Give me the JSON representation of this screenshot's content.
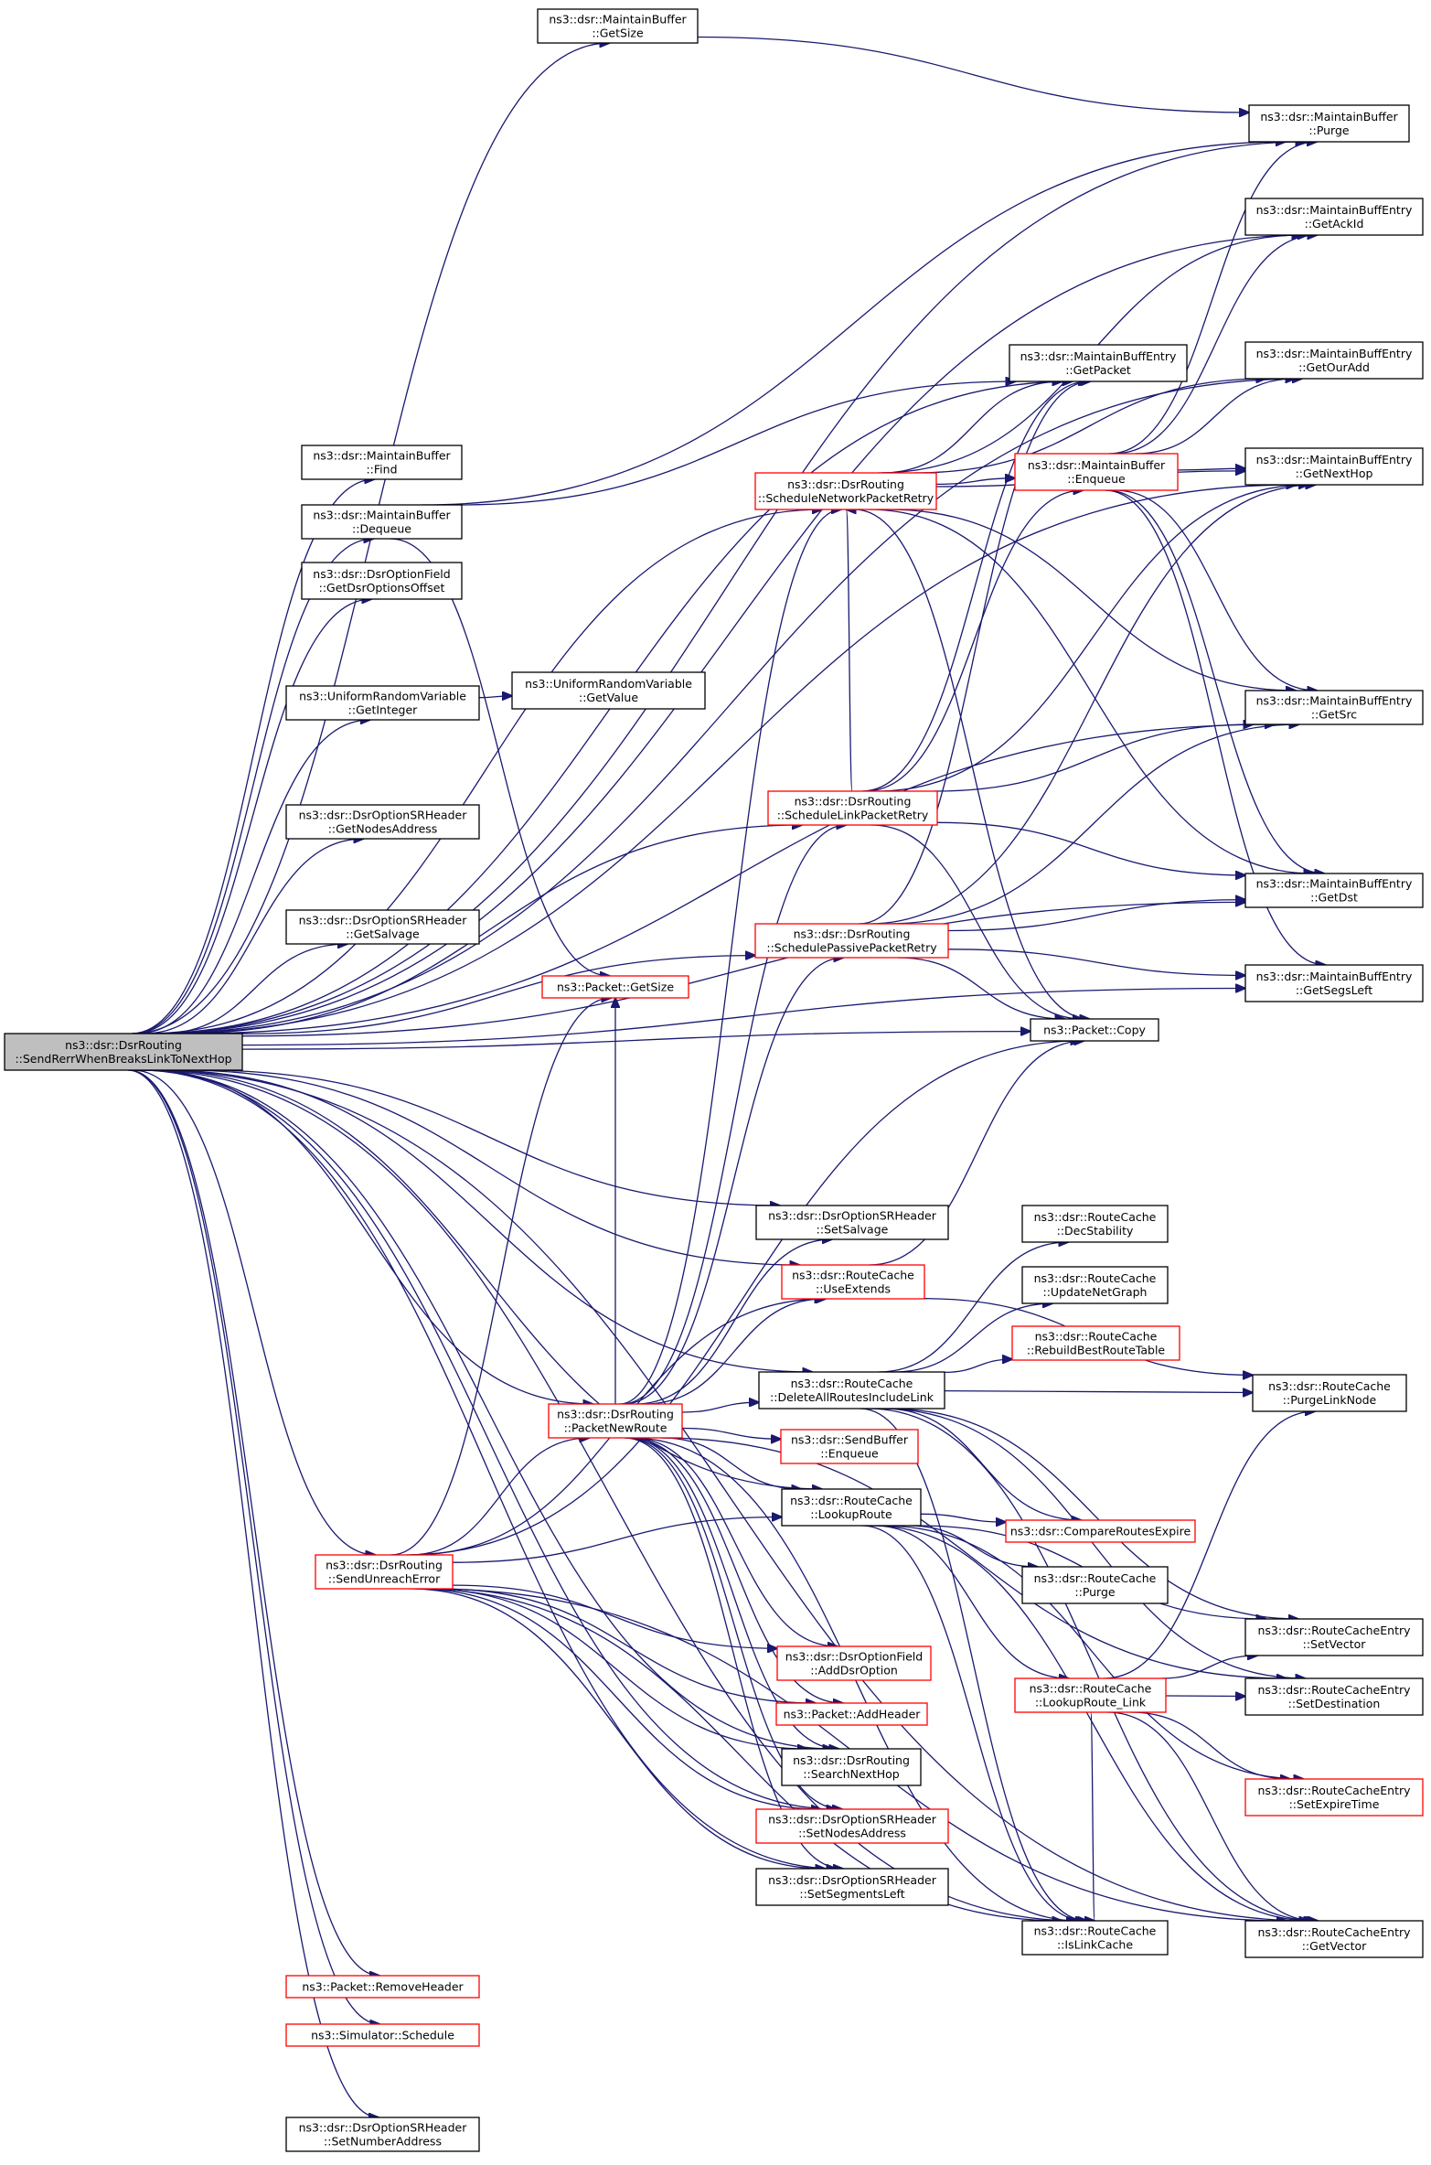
{
  "colors": {
    "edge": "#191970",
    "node_border": "#000000",
    "node_border_incomplete": "#ff0000",
    "root_fill": "#bfbfbf",
    "background": "#ffffff"
  },
  "nodes": {
    "root": {
      "lines": [
        "ns3::dsr::DsrRouting",
        "::SendRerrWhenBreaksLinkToNextHop"
      ]
    },
    "mb_getsize": {
      "lines": [
        "ns3::dsr::MaintainBuffer",
        "::GetSize"
      ]
    },
    "mb_purge": {
      "lines": [
        "ns3::dsr::MaintainBuffer",
        "::Purge"
      ]
    },
    "mbe_getackid": {
      "lines": [
        "ns3::dsr::MaintainBuffEntry",
        "::GetAckId"
      ]
    },
    "mbe_getouradd": {
      "lines": [
        "ns3::dsr::MaintainBuffEntry",
        "::GetOurAdd"
      ]
    },
    "mbe_getpacket": {
      "lines": [
        "ns3::dsr::MaintainBuffEntry",
        "::GetPacket"
      ]
    },
    "mbe_getnexthop": {
      "lines": [
        "ns3::dsr::MaintainBuffEntry",
        "::GetNextHop"
      ]
    },
    "mb_find": {
      "lines": [
        "ns3::dsr::MaintainBuffer",
        "::Find"
      ]
    },
    "mb_dequeue": {
      "lines": [
        "ns3::dsr::MaintainBuffer",
        "::Dequeue"
      ]
    },
    "snpr": {
      "lines": [
        "ns3::dsr::DsrRouting",
        "::ScheduleNetworkPacketRetry"
      ]
    },
    "mb_enqueue": {
      "lines": [
        "ns3::dsr::MaintainBuffer",
        "::Enqueue"
      ]
    },
    "dof_getoffset": {
      "lines": [
        "ns3::dsr::DsrOptionField",
        "::GetDsrOptionsOffset"
      ]
    },
    "urv_getinteger": {
      "lines": [
        "ns3::UniformRandomVariable",
        "::GetInteger"
      ]
    },
    "urv_getvalue": {
      "lines": [
        "ns3::UniformRandomVariable",
        "::GetValue"
      ]
    },
    "mbe_getsrc": {
      "lines": [
        "ns3::dsr::MaintainBuffEntry",
        "::GetSrc"
      ]
    },
    "slpr": {
      "lines": [
        "ns3::dsr::DsrRouting",
        "::ScheduleLinkPacketRetry"
      ]
    },
    "srh_getnodesaddress": {
      "lines": [
        "ns3::dsr::DsrOptionSRHeader",
        "::GetNodesAddress"
      ]
    },
    "mbe_getdst": {
      "lines": [
        "ns3::dsr::MaintainBuffEntry",
        "::GetDst"
      ]
    },
    "srh_getsalvage": {
      "lines": [
        "ns3::dsr::DsrOptionSRHeader",
        "::GetSalvage"
      ]
    },
    "sppr": {
      "lines": [
        "ns3::dsr::DsrRouting",
        "::SchedulePassivePacketRetry"
      ]
    },
    "mbe_getsegsleft": {
      "lines": [
        "ns3::dsr::MaintainBuffEntry",
        "::GetSegsLeft"
      ]
    },
    "pkt_getsize": {
      "lines": [
        "ns3::Packet::GetSize"
      ]
    },
    "pkt_copy": {
      "lines": [
        "ns3::Packet::Copy"
      ]
    },
    "srh_setsalvage": {
      "lines": [
        "ns3::dsr::DsrOptionSRHeader",
        "::SetSalvage"
      ]
    },
    "rc_decstability": {
      "lines": [
        "ns3::dsr::RouteCache",
        "::DecStability"
      ]
    },
    "rc_useextends": {
      "lines": [
        "ns3::dsr::RouteCache",
        "::UseExtends"
      ]
    },
    "rc_updatenetgraph": {
      "lines": [
        "ns3::dsr::RouteCache",
        "::UpdateNetGraph"
      ]
    },
    "rc_rebuild": {
      "lines": [
        "ns3::dsr::RouteCache",
        "::RebuildBestRouteTable"
      ]
    },
    "rc_delallroutes": {
      "lines": [
        "ns3::dsr::RouteCache",
        "::DeleteAllRoutesIncludeLink"
      ]
    },
    "rc_purgelinknode": {
      "lines": [
        "ns3::dsr::RouteCache",
        "::PurgeLinkNode"
      ]
    },
    "pnr": {
      "lines": [
        "ns3::dsr::DsrRouting",
        "::PacketNewRoute"
      ]
    },
    "sb_enqueue": {
      "lines": [
        "ns3::dsr::SendBuffer",
        "::Enqueue"
      ]
    },
    "rc_lookuproute": {
      "lines": [
        "ns3::dsr::RouteCache",
        "::LookupRoute"
      ]
    },
    "cmp_expire": {
      "lines": [
        "ns3::dsr::CompareRoutesExpire"
      ]
    },
    "sue": {
      "lines": [
        "ns3::dsr::DsrRouting",
        "::SendUnreachError"
      ]
    },
    "rc_purge": {
      "lines": [
        "ns3::dsr::RouteCache",
        "::Purge"
      ]
    },
    "rce_setvector": {
      "lines": [
        "ns3::dsr::RouteCacheEntry",
        "::SetVector"
      ]
    },
    "dof_adddsroption": {
      "lines": [
        "ns3::dsr::DsrOptionField",
        "::AddDsrOption"
      ]
    },
    "rc_lookuproute_link": {
      "lines": [
        "ns3::dsr::RouteCache",
        "::LookupRoute_Link"
      ]
    },
    "rce_setdestination": {
      "lines": [
        "ns3::dsr::RouteCacheEntry",
        "::SetDestination"
      ]
    },
    "pkt_addheader": {
      "lines": [
        "ns3::Packet::AddHeader"
      ]
    },
    "searchnexthop": {
      "lines": [
        "ns3::dsr::DsrRouting",
        "::SearchNextHop"
      ]
    },
    "rce_setexpiretime": {
      "lines": [
        "ns3::dsr::RouteCacheEntry",
        "::SetExpireTime"
      ]
    },
    "srh_setnodesaddress": {
      "lines": [
        "ns3::dsr::DsrOptionSRHeader",
        "::SetNodesAddress"
      ]
    },
    "srh_setsegmentsleft": {
      "lines": [
        "ns3::dsr::DsrOptionSRHeader",
        "::SetSegmentsLeft"
      ]
    },
    "rc_islinkcache": {
      "lines": [
        "ns3::dsr::RouteCache",
        "::IsLinkCache"
      ]
    },
    "rce_getvector": {
      "lines": [
        "ns3::dsr::RouteCacheEntry",
        "::GetVector"
      ]
    },
    "pkt_removeheader": {
      "lines": [
        "ns3::Packet::RemoveHeader"
      ]
    },
    "sim_schedule": {
      "lines": [
        "ns3::Simulator::Schedule"
      ]
    },
    "srh_setnumberaddress": {
      "lines": [
        "ns3::dsr::DsrOptionSRHeader",
        "::SetNumberAddress"
      ]
    }
  }
}
